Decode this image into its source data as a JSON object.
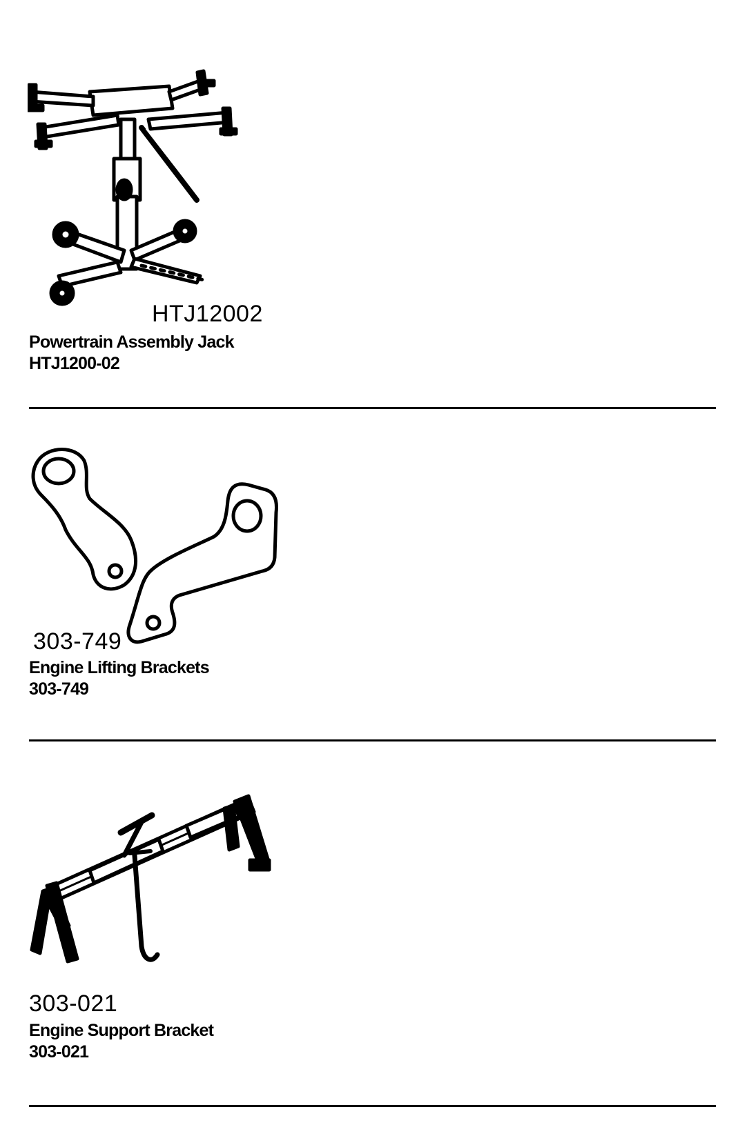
{
  "tools": [
    {
      "illustration_code": "HTJ12002",
      "name": "Powertrain Assembly Jack",
      "number": "HTJ1200-02",
      "icon": "powertrain-jack-illustration"
    },
    {
      "illustration_code": "303-749",
      "name": "Engine Lifting Brackets",
      "number": "303-749",
      "icon": "lifting-brackets-illustration"
    },
    {
      "illustration_code": "303-021",
      "name": "Engine Support Bracket",
      "number": "303-021",
      "icon": "support-bracket-illustration"
    }
  ]
}
